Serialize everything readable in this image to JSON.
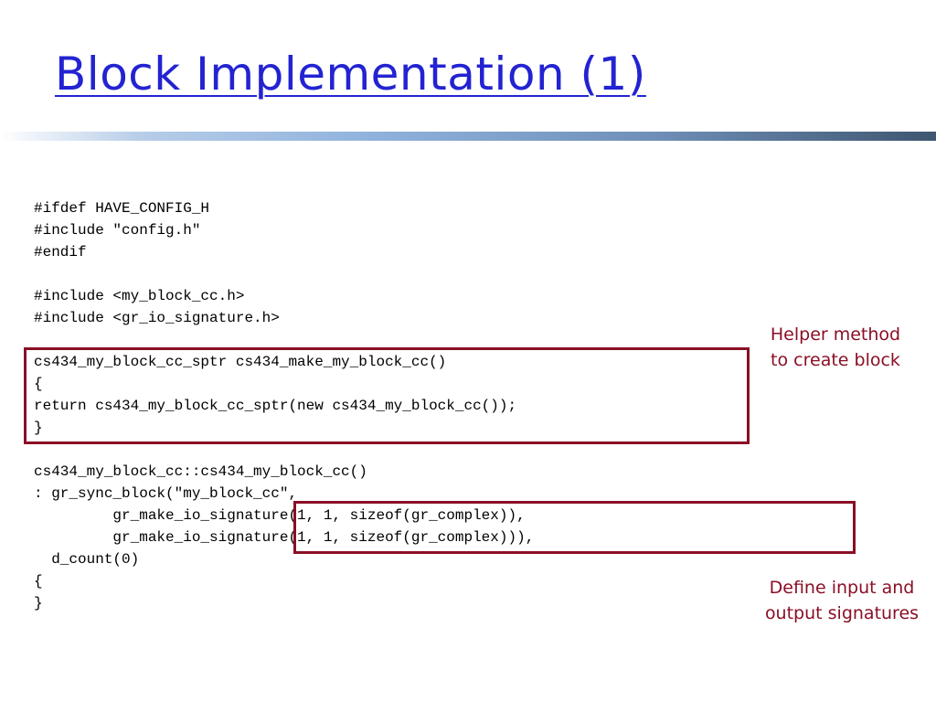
{
  "slide": {
    "title": "Block Implementation (1)"
  },
  "code_lines": [
    "#ifdef HAVE_CONFIG_H",
    "#include \"config.h\"",
    "#endif",
    "",
    "#include <my_block_cc.h>",
    "#include <gr_io_signature.h>",
    "",
    "cs434_my_block_cc_sptr cs434_make_my_block_cc()",
    "{",
    "return cs434_my_block_cc_sptr(new cs434_my_block_cc());",
    "}",
    "",
    "cs434_my_block_cc::cs434_my_block_cc()",
    ": gr_sync_block(\"my_block_cc\",",
    "         gr_make_io_signature(1, 1, sizeof(gr_complex)),",
    "         gr_make_io_signature(1, 1, sizeof(gr_complex))),",
    "  d_count(0)",
    "{",
    "}"
  ],
  "annotations": {
    "helper": {
      "line1": "Helper method",
      "line2": "to create block"
    },
    "signatures": {
      "line1": "Define input and",
      "line2": "output signatures"
    }
  },
  "colors": {
    "title": "#2323d2",
    "annotation": "#8a0f25",
    "highlight_box": "#8a0f25"
  }
}
